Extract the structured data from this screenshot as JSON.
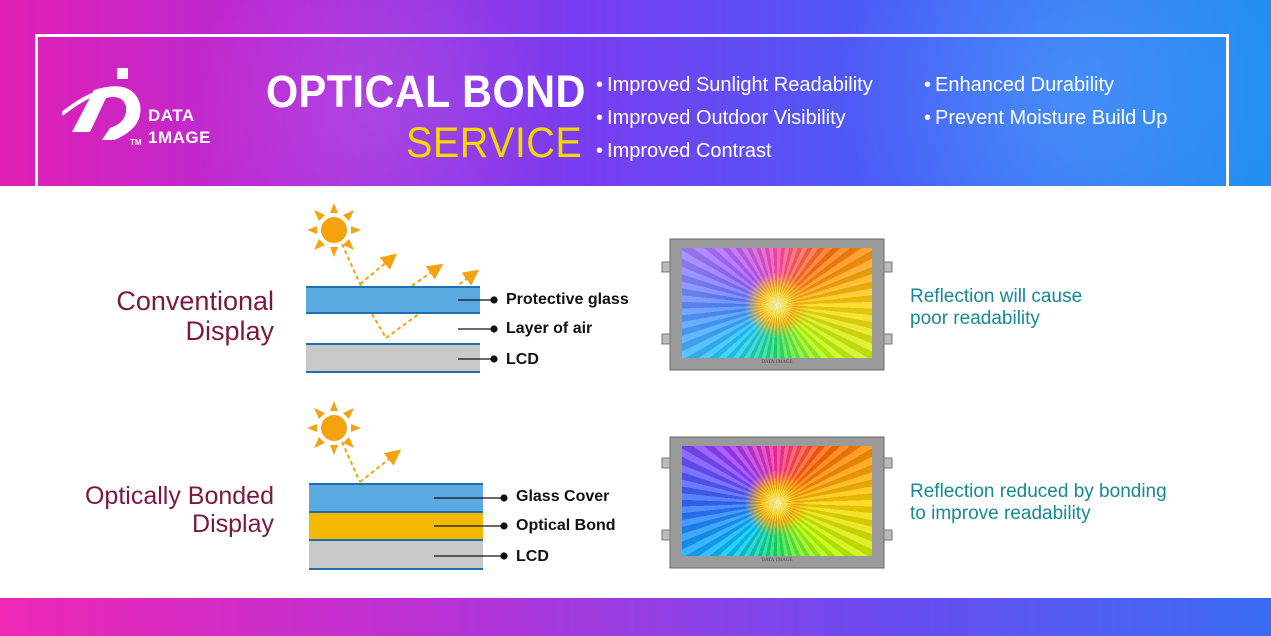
{
  "brand": {
    "line1": "DATA",
    "line2": "1MAGE",
    "tm": "TM",
    "monitor_badge": "DATA 1MAGE"
  },
  "header": {
    "title": "OPTICAL BOND",
    "subtitle": "SERVICE",
    "benefits_left": [
      "Improved Sunlight Readability",
      "Improved Outdoor Visibility",
      "Improved Contrast"
    ],
    "benefits_right": [
      "Enhanced Durability",
      "Prevent Moisture Build Up"
    ]
  },
  "conventional": {
    "label_line1": "Conventional",
    "label_line2": "Display",
    "layers": [
      "Protective glass",
      "Layer of air",
      "LCD"
    ],
    "description_line1": "Reflection will cause",
    "description_line2": "poor readability"
  },
  "bonded": {
    "label_line1": "Optically Bonded",
    "label_line2": "Display",
    "layers": [
      "Glass Cover",
      "Optical Bond",
      "LCD"
    ],
    "description_line1": "Reflection reduced by bonding",
    "description_line2": "to improve readability"
  },
  "colors": {
    "glass": "#5aa9e1",
    "glass_edge": "#1f6fb0",
    "optical_bond": "#f5b800",
    "lcd": "#c8c8c8",
    "lcd_edge": "#1f6fb0",
    "sun": "#f4a30f",
    "ray": "#f4a30f",
    "label_maroon": "#7a1840",
    "desc_teal": "#158a94"
  }
}
